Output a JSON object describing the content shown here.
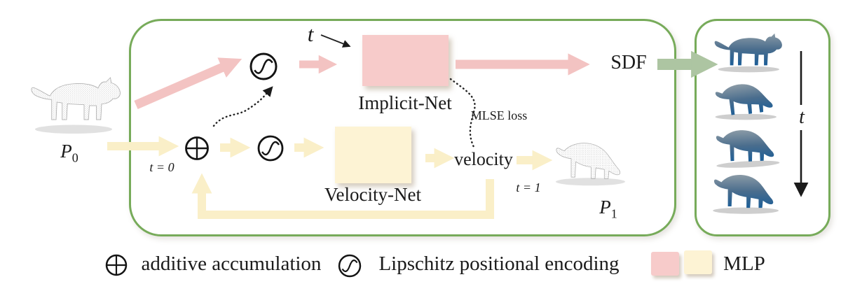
{
  "colors": {
    "pink-arrow": "#f3c3c2",
    "pink-box": "#f7cbca",
    "yellow-arrow": "#faefc8",
    "yellow-box": "#fdf3d4",
    "green-border": "#77ab5a",
    "green-arrow": "#adc5a2",
    "ink": "#1b1b1b",
    "sketch-gray": "#a9a9a9",
    "blue-light": "#8a9aa6",
    "blue-mid": "#4a6d8d",
    "blue-deep": "#1c5e97"
  },
  "pipeline": {
    "implicit_net_label": "Implicit-Net",
    "velocity_net_label": "Velocity-Net",
    "sdf_label": "SDF",
    "velocity_label": "velocity",
    "mlse_label": "MLSE loss",
    "t_label": "t",
    "t0_label": "t = 0",
    "t1_label": "t = 1",
    "p0": {
      "letter": "P",
      "sub": "0"
    },
    "p1": {
      "letter": "P",
      "sub": "1"
    }
  },
  "morph_panel": {
    "t_axis_label": "t"
  },
  "legend": {
    "additive_label": "additive accumulation",
    "lipschitz_label": "Lipschitz positional encoding",
    "mlp_label": "MLP"
  }
}
